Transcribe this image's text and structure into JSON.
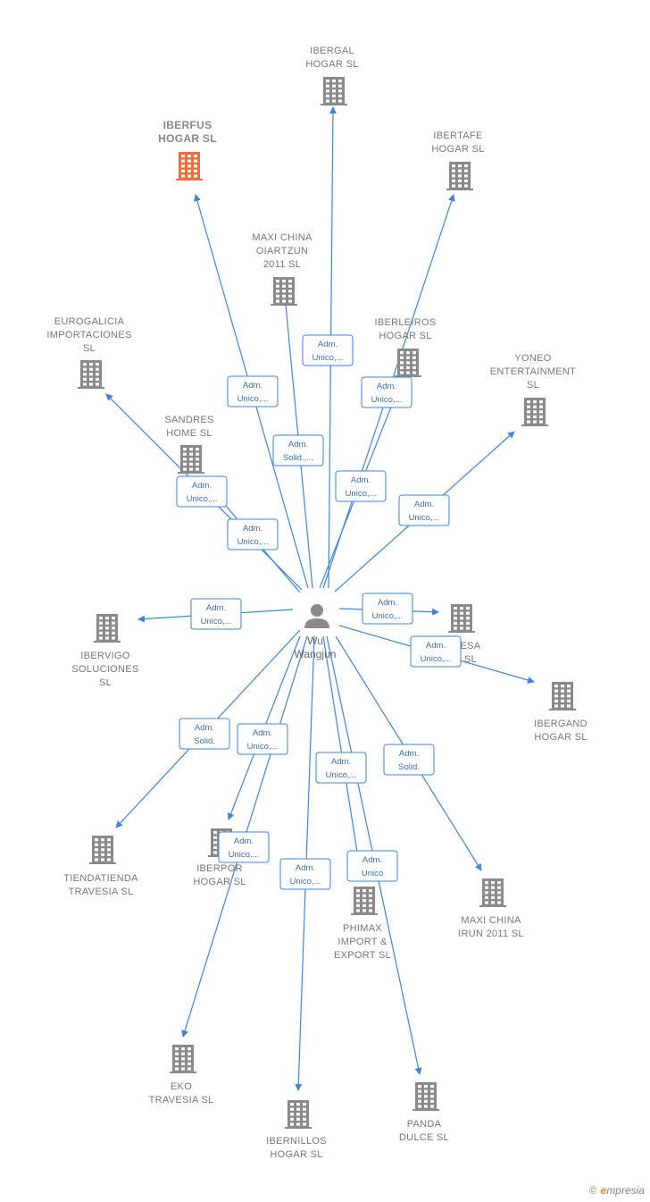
{
  "center": {
    "name_lines": [
      "Wu",
      "Wangjun"
    ]
  },
  "colors": {
    "edge": "#3f86d6",
    "building": "#8a8a8a",
    "focus_building": "#f26b3a"
  },
  "nodes": [
    {
      "id": "ibergal",
      "lines": [
        "IBERGAL",
        "HOGAR  SL"
      ]
    },
    {
      "id": "iberfus",
      "lines": [
        "IBERFUS",
        "HOGAR  SL"
      ],
      "focus": true
    },
    {
      "id": "ibertafe",
      "lines": [
        "IBERTAFE",
        "HOGAR  SL"
      ]
    },
    {
      "id": "maxi-china-oiartzun",
      "lines": [
        "MAXI CHINA",
        "OIARTZUN",
        "2011 SL"
      ]
    },
    {
      "id": "eurogalicia",
      "lines": [
        "EUROGALICIA",
        "IMPORTACIONES",
        "SL"
      ]
    },
    {
      "id": "iberleiros",
      "lines": [
        "IBERLEIROS",
        "HOGAR  SL"
      ]
    },
    {
      "id": "yoneo",
      "lines": [
        "YONEO",
        "ENTERTAINMENT",
        "SL"
      ]
    },
    {
      "id": "sandres",
      "lines": [
        "SANDRES",
        "HOME  SL"
      ]
    },
    {
      "id": "ibervigo",
      "lines": [
        "IBERVIGO",
        "SOLUCIONES",
        "SL"
      ]
    },
    {
      "id": "iberesa",
      "lines": [
        "ESA",
        "SL"
      ]
    },
    {
      "id": "ibergand",
      "lines": [
        "IBERGAND",
        "HOGAR  SL"
      ]
    },
    {
      "id": "tiendatienda",
      "lines": [
        "TIENDATIENDA",
        "TRAVESIA  SL"
      ]
    },
    {
      "id": "iberpor",
      "lines": [
        "IBERPOR",
        "HOGAR  SL"
      ]
    },
    {
      "id": "phimax",
      "lines": [
        "PHIMAX",
        "IMPORT &",
        "EXPORT SL"
      ]
    },
    {
      "id": "maxi-china-irun",
      "lines": [
        "MAXI CHINA",
        "IRUN 2011 SL"
      ]
    },
    {
      "id": "eko",
      "lines": [
        "EKO",
        "TRAVESIA  SL"
      ]
    },
    {
      "id": "ibernillos",
      "lines": [
        "IBERNILLOS",
        "HOGAR  SL"
      ]
    },
    {
      "id": "panda",
      "lines": [
        "PANDA",
        "DULCE  SL"
      ]
    }
  ],
  "edges": [
    {
      "to": "ibergal",
      "label": [
        "Adm.",
        "Unico,..."
      ]
    },
    {
      "to": "iberfus",
      "label": [
        "Adm.",
        "Unico,..."
      ]
    },
    {
      "to": "ibertafe",
      "label": [
        "Adm.",
        "Unico,..."
      ]
    },
    {
      "to": "maxi-china-oiartzun",
      "label": [
        "Adm.",
        "Solid.,..."
      ]
    },
    {
      "to": "eurogalicia",
      "label": [
        "Adm.",
        "Unico,..."
      ]
    },
    {
      "to": "iberleiros",
      "label": [
        "Adm.",
        "Unico,..."
      ]
    },
    {
      "to": "yoneo",
      "label": [
        "Adm.",
        "Unico,..."
      ]
    },
    {
      "to": "sandres",
      "label": [
        "Adm.",
        "Unico,..."
      ]
    },
    {
      "to": "ibervigo",
      "label": [
        "Adm.",
        "Unico,..."
      ]
    },
    {
      "to": "iberesa",
      "label": [
        "Adm.",
        "Unico,..."
      ]
    },
    {
      "to": "ibergand",
      "label": [
        "Adm.",
        "Unico,..."
      ]
    },
    {
      "to": "tiendatienda",
      "label": [
        "Adm.",
        "Solid."
      ]
    },
    {
      "to": "iberpor",
      "label": [
        "Adm.",
        "Unico,..."
      ]
    },
    {
      "to": "phimax",
      "label": [
        "Adm.",
        "Unico,..."
      ]
    },
    {
      "to": "maxi-china-irun",
      "label": [
        "Adm.",
        "Solid."
      ]
    },
    {
      "to": "eko",
      "label": [
        "Adm.",
        "Unico,..."
      ]
    },
    {
      "to": "ibernillos",
      "label": [
        "Adm.",
        "Unico,..."
      ]
    },
    {
      "to": "panda",
      "label": [
        "Adm.",
        "Unico"
      ]
    }
  ],
  "footer": {
    "copyright": "©",
    "brand_initial": "e",
    "brand_rest": "mpresia"
  }
}
